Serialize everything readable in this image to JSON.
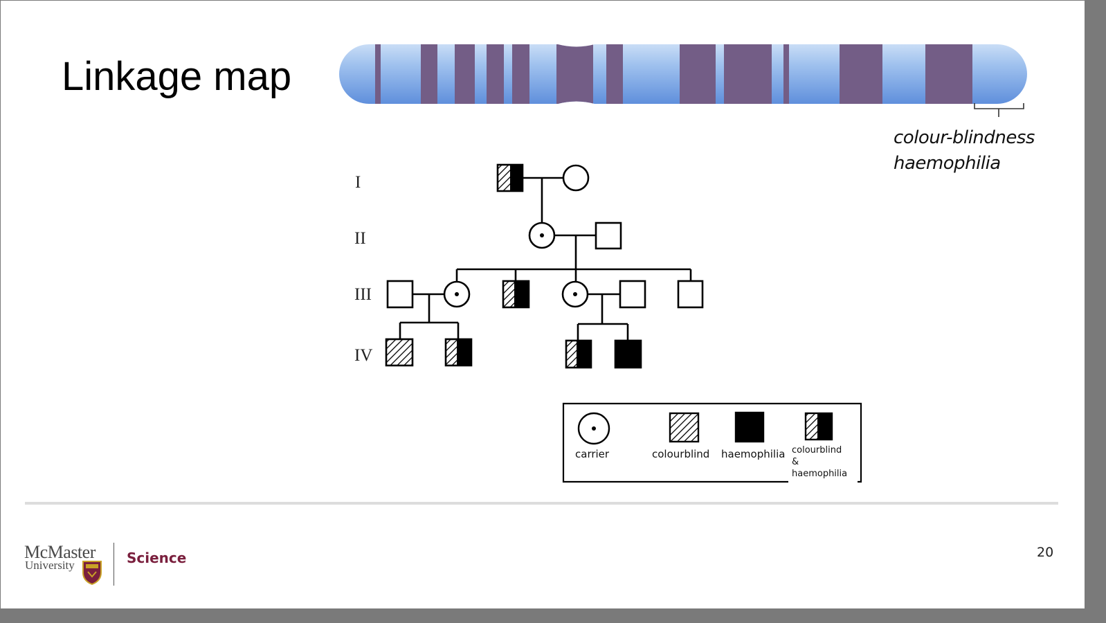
{
  "slide": {
    "title": "Linkage map",
    "locus_labels": [
      "colour-blindness",
      "haemophilia"
    ],
    "page_number": "20"
  },
  "pedigree": {
    "generations": [
      "I",
      "II",
      "III",
      "IV"
    ],
    "legend": {
      "carrier": "carrier",
      "colourblind": "colourblind",
      "haemophilia": "haemophilia",
      "both_line1": "colourblind",
      "both_line2": "&",
      "both_line3": "haemophilia"
    }
  },
  "footer": {
    "institution": "McMaster",
    "institution_sub": "University",
    "faculty": "Science"
  },
  "colors": {
    "chromosome_light": "#cde0f7",
    "chromosome_mid": "#7aa4e2",
    "band": "#735d86",
    "faculty": "#7a1f3d"
  }
}
